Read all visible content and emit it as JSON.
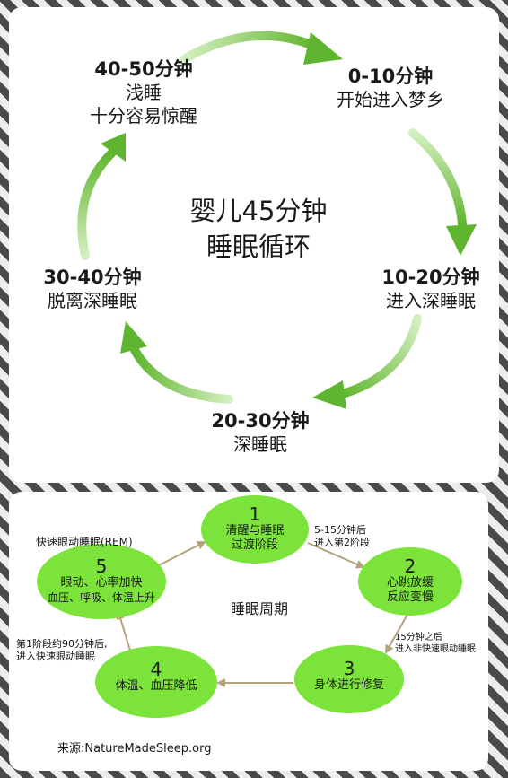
{
  "cycle": {
    "center_title_1": "婴儿45分钟",
    "center_title_2": "睡眠循环",
    "stages": [
      {
        "time": "0-10分钟",
        "desc": "开始进入梦乡"
      },
      {
        "time": "10-20分钟",
        "desc": "进入深睡眠"
      },
      {
        "time": "20-30分钟",
        "desc": "深睡眠"
      },
      {
        "time": "30-40分钟",
        "desc": "脱离深睡眠"
      },
      {
        "time": "40-50分钟",
        "desc": "浅睡",
        "desc2": "十分容易惊醒"
      }
    ]
  },
  "period": {
    "center_title": "睡眠周期",
    "rem_label": "快速眼动睡眠(REM)",
    "nodes": [
      {
        "num": "1",
        "line1": "清醒与睡眠",
        "line2": "过渡阶段"
      },
      {
        "num": "2",
        "line1": "心跳放缓",
        "line2": "反应变慢"
      },
      {
        "num": "3",
        "line1": "身体进行修复"
      },
      {
        "num": "4",
        "line1": "体温、血压降低"
      },
      {
        "num": "5",
        "line1": "眼动、心率加快",
        "line2": "血压、呼吸、体温上升"
      }
    ],
    "notes": {
      "n12_line1": "5-15分钟后",
      "n12_line2": "进入第2阶段",
      "n23_line1": "15分钟之后",
      "n23_line2": "进入非快速眼动睡眠",
      "n45_line1": "第1阶段约90分钟后,",
      "n45_line2": "进入快速眼动睡眠"
    },
    "source": "来源:NatureMadeSleep.org"
  },
  "colors": {
    "arrow_green": "#6dbb3a",
    "arrow_green_light": "#b9e39a",
    "node_green": "#7be33a",
    "period_arrow": "#b4a27a"
  }
}
